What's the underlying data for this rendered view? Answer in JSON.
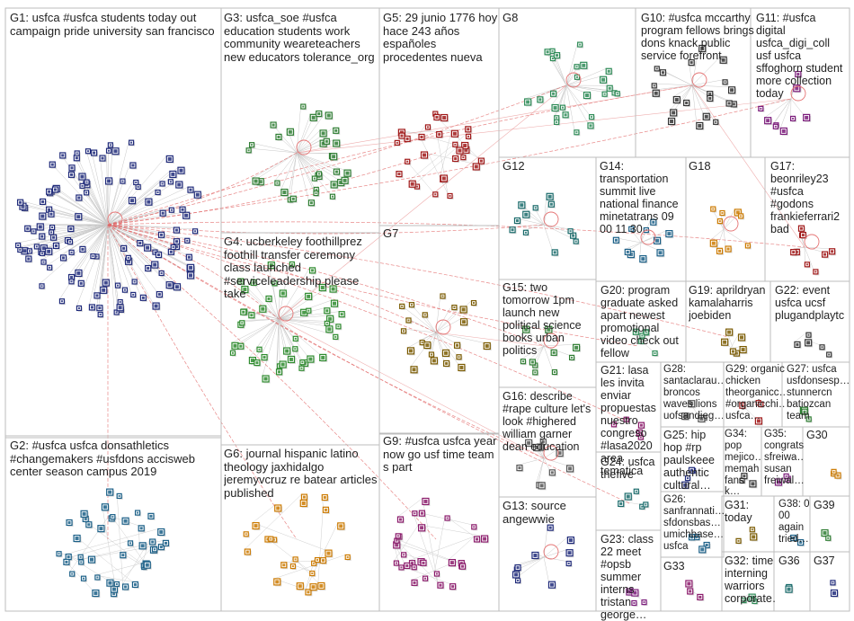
{
  "graph": {
    "groups": [
      {
        "id": "G1",
        "text": "G1: usfca #usfca students today out campaign pride university san francisco",
        "color": "#1f2a7a"
      },
      {
        "id": "G2",
        "text": "G2: #usfca usfca donsathletics #changemakers #usfdons accisweb center season campus 2019",
        "color": "#1a5f87"
      },
      {
        "id": "G3",
        "text": "G3: usfca_soe #usfca education students work community weareteachers new educators tolerance_org",
        "color": "#2e7d32"
      },
      {
        "id": "G4",
        "text": "G4: ucberkeley foothillprez foothill transfer ceremony class launched #serviceleadership please take",
        "color": "#2e8b2e"
      },
      {
        "id": "G5",
        "text": "G5: 29 junio 1776 hoy hace 243 años españoles procedentes nueva",
        "color": "#a01818"
      },
      {
        "id": "G6",
        "text": "G6: journal hispanic latino theology jaxhidalgo jeremyvcruz re batear articles published",
        "color": "#cc7a00"
      },
      {
        "id": "G7",
        "text": "G7",
        "color": "#7a5a00"
      },
      {
        "id": "G8",
        "text": "G8",
        "color": "#2e8b57"
      },
      {
        "id": "G9",
        "text": "G9: #usfca usfca year now go usf time team s part",
        "color": "#8b1a6b"
      },
      {
        "id": "G10",
        "text": "G10: #usfca mccarthy program fellows brings dons knack public service forefront",
        "color": "#333333"
      },
      {
        "id": "G11",
        "text": "G11: #usfca digital usfca_digi_coll usf usfca sffoghorn student more collection today",
        "color": "#7a1a7a"
      },
      {
        "id": "G12",
        "text": "G12",
        "color": "#1a6b6b"
      },
      {
        "id": "G13",
        "text": "G13: source angewwie",
        "color": "#1f2a7a"
      },
      {
        "id": "G14",
        "text": "G14: transportation summit live national finance minetatrans 09 00 11 30",
        "color": "#1a5f87"
      },
      {
        "id": "G15",
        "text": "G15: two tomorrow 1pm launch new political science books urban politics",
        "color": "#2e7d32"
      },
      {
        "id": "G16",
        "text": "G16: describe #rape culture let's look #highered william garner dean education",
        "color": "#555555"
      },
      {
        "id": "G17",
        "text": "G17: beonriley23 #usfca #godons frankieferrari2 bad",
        "color": "#a01818"
      },
      {
        "id": "G18",
        "text": "G18",
        "color": "#cc7a00"
      },
      {
        "id": "G19",
        "text": "G19: aprildryan kamalaharris joebiden",
        "color": "#7a5a00"
      },
      {
        "id": "G20",
        "text": "G20: program graduate asked apart newest promotional video check out fellow",
        "color": "#2e8b57"
      },
      {
        "id": "G21",
        "text": "G21: lasa les invita enviar propuestas nuestro congreso #lasa2020 area tematica",
        "color": "#8b1a6b"
      },
      {
        "id": "G22",
        "text": "G22: event usfca ucsf plugandplaytc",
        "color": "#333333"
      },
      {
        "id": "G23",
        "text": "G23: class 22 meet #opsb summer interns tristan george…",
        "color": "#7a1a7a"
      },
      {
        "id": "G24",
        "text": "G24: usfca thefive",
        "color": "#1a6b6b"
      },
      {
        "id": "G25",
        "text": "G25: hip hop #rp paulskeee authentic cultural…",
        "color": "#1f2a7a"
      },
      {
        "id": "G26",
        "text": "G26: sanfrannati… sfdonsbas… umichbase… usfca",
        "color": "#1a5f87"
      },
      {
        "id": "G27",
        "text": "G27: usfca usfdonsesp… stunnercn batiozcan team",
        "color": "#2e7d32"
      },
      {
        "id": "G28",
        "text": "G28: santaclarau… broncos waves lions uofsandieg…",
        "color": "#555555"
      },
      {
        "id": "G29",
        "text": "G29: organic chicken theorganicc… #organicchi… usfca…",
        "color": "#a01818"
      },
      {
        "id": "G30",
        "text": "G30",
        "color": "#cc7a00"
      },
      {
        "id": "G31",
        "text": "G31: today",
        "color": "#7a5a00"
      },
      {
        "id": "G32",
        "text": "G32: time interning warriors corporate…",
        "color": "#2e8b57"
      },
      {
        "id": "G33",
        "text": "G33",
        "color": "#8b1a6b"
      },
      {
        "id": "G34",
        "text": "G34: pop mejico… memah… fans k…",
        "color": "#333333"
      },
      {
        "id": "G35",
        "text": "G35: congrats sfreiwa… susan freiwal…",
        "color": "#7a1a7a"
      },
      {
        "id": "G36",
        "text": "G36",
        "color": "#1a6b6b"
      },
      {
        "id": "G37",
        "text": "G37",
        "color": "#1f2a7a"
      },
      {
        "id": "G38",
        "text": "G38: 0 00 again tried…",
        "color": "#1a5f87"
      },
      {
        "id": "G39",
        "text": "G39",
        "color": "#2e7d32"
      }
    ]
  }
}
